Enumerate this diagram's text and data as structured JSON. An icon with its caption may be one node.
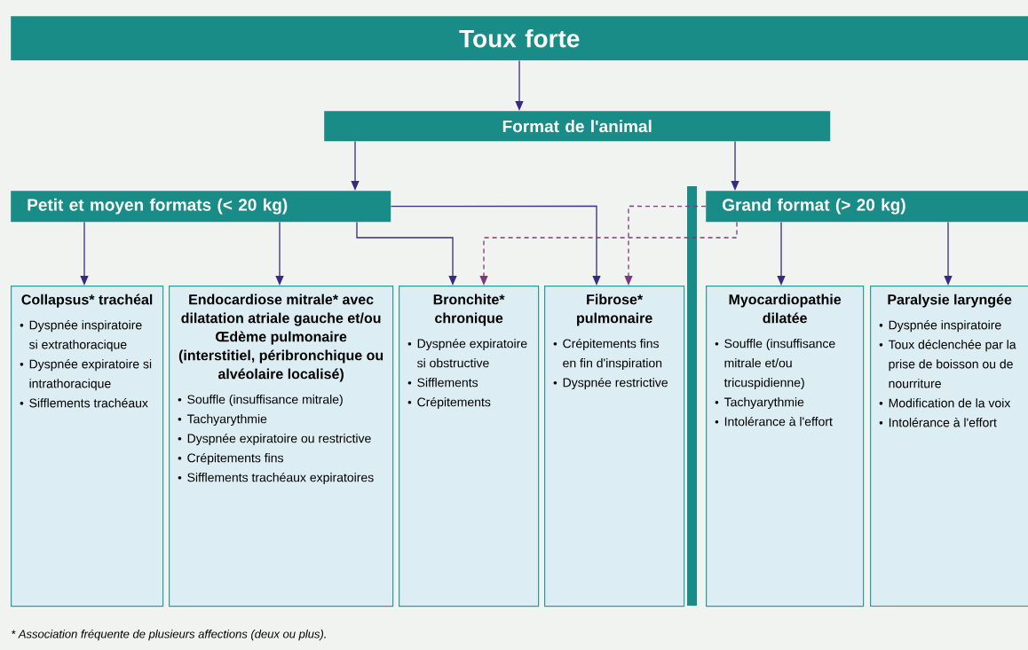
{
  "diagram": {
    "caption": "* Association fréquente de plusieurs affections (deux ou plus).",
    "nodes": [
      {
        "text": [
          "Toux forte"
        ]
      },
      {
        "text": [
          "Format de l'animal"
        ]
      },
      {
        "text": [
          "Petit et moyen formats (< 20 kg)"
        ]
      },
      {
        "text": [
          "Grand format (> 20 kg)"
        ]
      },
      {
        "text": [
          "Collapsus* trachéal",
          "Dyspnée inspiratoire si extrathoracique",
          "Dyspnée expiratoire si intrathoracique",
          "Sifflements trachéaux"
        ]
      },
      {
        "text": [
          "Endocardiose mitrale* avec dilatation atriale gauche et/ou Œdème pulmonaire (interstitiel, péribronchique ou alvéolaire localisé)",
          "Souffle (insuffisance mitrale)",
          "Tachyarythmie",
          "Dyspnée expiratoire ou restrictive",
          "Crépitements fins",
          "Sifflements trachéaux expiratoires"
        ]
      },
      {
        "text": [
          "Bronchite* chronique",
          "Dyspnée expiratoire si obstructive",
          "Sifflements",
          "Crépitements"
        ]
      },
      {
        "text": [
          "Fibrose* pulmonaire",
          "Crépitements fins en fin d'inspiration",
          "Dyspnée restrictive"
        ]
      },
      {
        "text": [
          "Myocardiopathie dilatée",
          "Souffle (insuffisance mitrale et/ou tricuspidienne)",
          "Tachyarythmie",
          "Intolérance à l'effort"
        ]
      },
      {
        "text": [
          "Paralysie laryngée",
          "Dyspnée inspiratoire",
          "Toux déclenchée par la prise de boisson ou de nourriture",
          "Modification de la voix",
          "Intolérance à l'effort"
        ]
      }
    ],
    "edges": [
      {
        "from": 0,
        "to": 1,
        "arrow": "to"
      },
      {
        "from": 1,
        "to": 2,
        "arrow": "to"
      },
      {
        "from": 1,
        "to": 3,
        "arrow": "to"
      },
      {
        "from": 2,
        "to": 4,
        "arrow": "to"
      },
      {
        "from": 2,
        "to": 5,
        "arrow": "to"
      },
      {
        "from": 2,
        "to": 6,
        "arrow": "to"
      },
      {
        "from": 2,
        "to": 7,
        "arrow": "to"
      },
      {
        "from": 3,
        "to": 6,
        "arrow": "to",
        "style": "dashed",
        "color": "#7a3a78"
      },
      {
        "from": 3,
        "to": 7,
        "arrow": "to",
        "style": "dashed",
        "color": "#7a3a78"
      },
      {
        "from": 3,
        "to": 8,
        "arrow": "to"
      },
      {
        "from": 3,
        "to": 9,
        "arrow": "to"
      }
    ]
  }
}
